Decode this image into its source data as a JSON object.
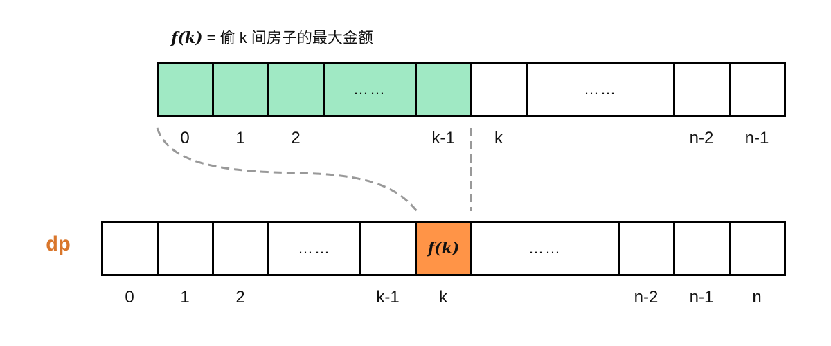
{
  "title": {
    "formula": "f(k)",
    "text": " = 偷 k 间房子的最大金额"
  },
  "colors": {
    "green": "#A0E9C4",
    "orange": "#FF9447",
    "dp_label": "#D9762B",
    "dashed": "#999999",
    "border": "#000000"
  },
  "top_row": {
    "cells": [
      {
        "content": "",
        "fill": "green"
      },
      {
        "content": "",
        "fill": "green"
      },
      {
        "content": "",
        "fill": "green"
      },
      {
        "content": "……",
        "fill": "green"
      },
      {
        "content": "",
        "fill": "green"
      },
      {
        "content": "",
        "fill": "white"
      },
      {
        "content": "……",
        "fill": "white"
      },
      {
        "content": "",
        "fill": "white"
      },
      {
        "content": "",
        "fill": "white"
      }
    ],
    "labels": [
      "0",
      "1",
      "2",
      "k-1",
      "k",
      "n-2",
      "n-1"
    ]
  },
  "bottom_row": {
    "name": "dp",
    "cells": [
      {
        "content": "",
        "fill": "white"
      },
      {
        "content": "",
        "fill": "white"
      },
      {
        "content": "",
        "fill": "white"
      },
      {
        "content": "……",
        "fill": "white"
      },
      {
        "content": "",
        "fill": "white"
      },
      {
        "content": "f(k)",
        "fill": "orange"
      },
      {
        "content": "……",
        "fill": "white"
      },
      {
        "content": "",
        "fill": "white"
      },
      {
        "content": "",
        "fill": "white"
      },
      {
        "content": "",
        "fill": "white"
      }
    ],
    "labels": [
      "0",
      "1",
      "2",
      "k-1",
      "k",
      "n-2",
      "n-1",
      "n"
    ]
  }
}
